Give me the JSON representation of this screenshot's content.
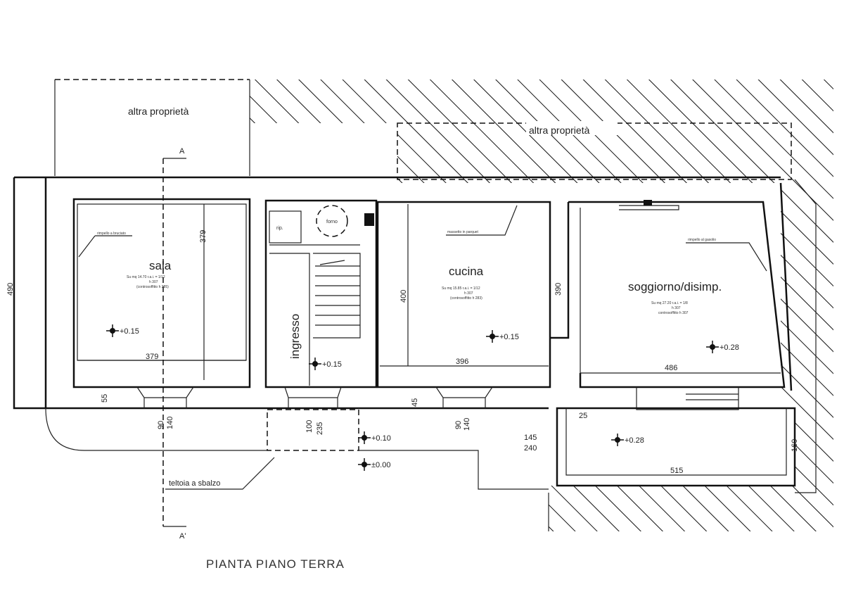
{
  "plan": {
    "title": "PIANTA PIANO TERRA",
    "neighbours": [
      "altra proprietà",
      "altra proprietà"
    ],
    "section_marks": [
      "A",
      "A'"
    ],
    "canopy_label": "teltoia a sbalzo",
    "rooms": {
      "sala": {
        "name": "sala",
        "note": "rimpello a bruciato",
        "info": [
          "Su mq 14.70  r.a.i. = 1/12",
          "h 307",
          "(controsoffitto h 285)"
        ]
      },
      "ingresso": {
        "name": "ingresso"
      },
      "ripostiglio": {
        "name": "rip."
      },
      "forno": {
        "name": "forno"
      },
      "cucina": {
        "name": "cucina",
        "note": "massetto in parquet",
        "info": [
          "Su mq 15.85  r.a.i. = 1/12",
          "h 307",
          "(controsoffitto h 283)"
        ]
      },
      "soggiorno": {
        "name": "soggiorno/disimp.",
        "note": "rimpello al gasolio",
        "info": [
          "Su mq 27.20  r.a.i. = 1/8",
          "h 307",
          "controsoffitto h 307"
        ]
      }
    },
    "levels": [
      "+0.15",
      "+0.15",
      "+0.15",
      "+0.28",
      "+0.10",
      "±0.00",
      "+0.28"
    ],
    "dimensions": [
      "490",
      "379",
      "379",
      "400",
      "396",
      "390",
      "486",
      "55",
      "90",
      "140",
      "100",
      "235",
      "45",
      "90",
      "140",
      "145",
      "240",
      "25",
      "160",
      "515"
    ]
  }
}
